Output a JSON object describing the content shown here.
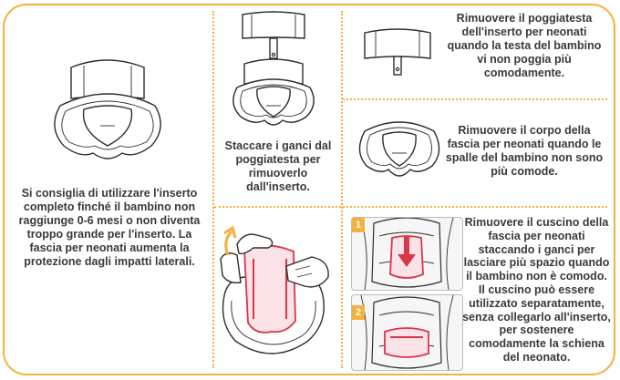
{
  "instructions": {
    "full_insert_text": "Si consiglia di utilizzare l'inserto completo finché il bambino non raggiunge 0-6 mesi o non diventa troppo grande per l'inserto. La fascia per neonati aumenta la protezione dagli impatti laterali.",
    "unhook_headrest_text": "Staccare i ganci dal poggiatesta per rimuoverlo dall'inserto.",
    "remove_headrest_text": "Rimuovere il poggiatesta dell'inserto per neonati quando la testa del bambino vi non poggia più comodamente.",
    "remove_body_text": "Rimuovere il corpo della fascia per neonati quando le spalle del bambino non sono più comode.",
    "remove_cushion_text": "Rimuovere il cuscino della fascia per neonati staccando i ganci per lasciare più spazio quando il bambino non è comodo. Il cuscino può essere utilizzato separatamente, senza collegarlo all'inserto, per sostenere comodamente la schiena del neonato.",
    "step_badges": [
      "1",
      "2"
    ]
  },
  "colors": {
    "accent": "#f4b13c",
    "highlight": "#d8364a",
    "text": "#3a3a3a"
  }
}
